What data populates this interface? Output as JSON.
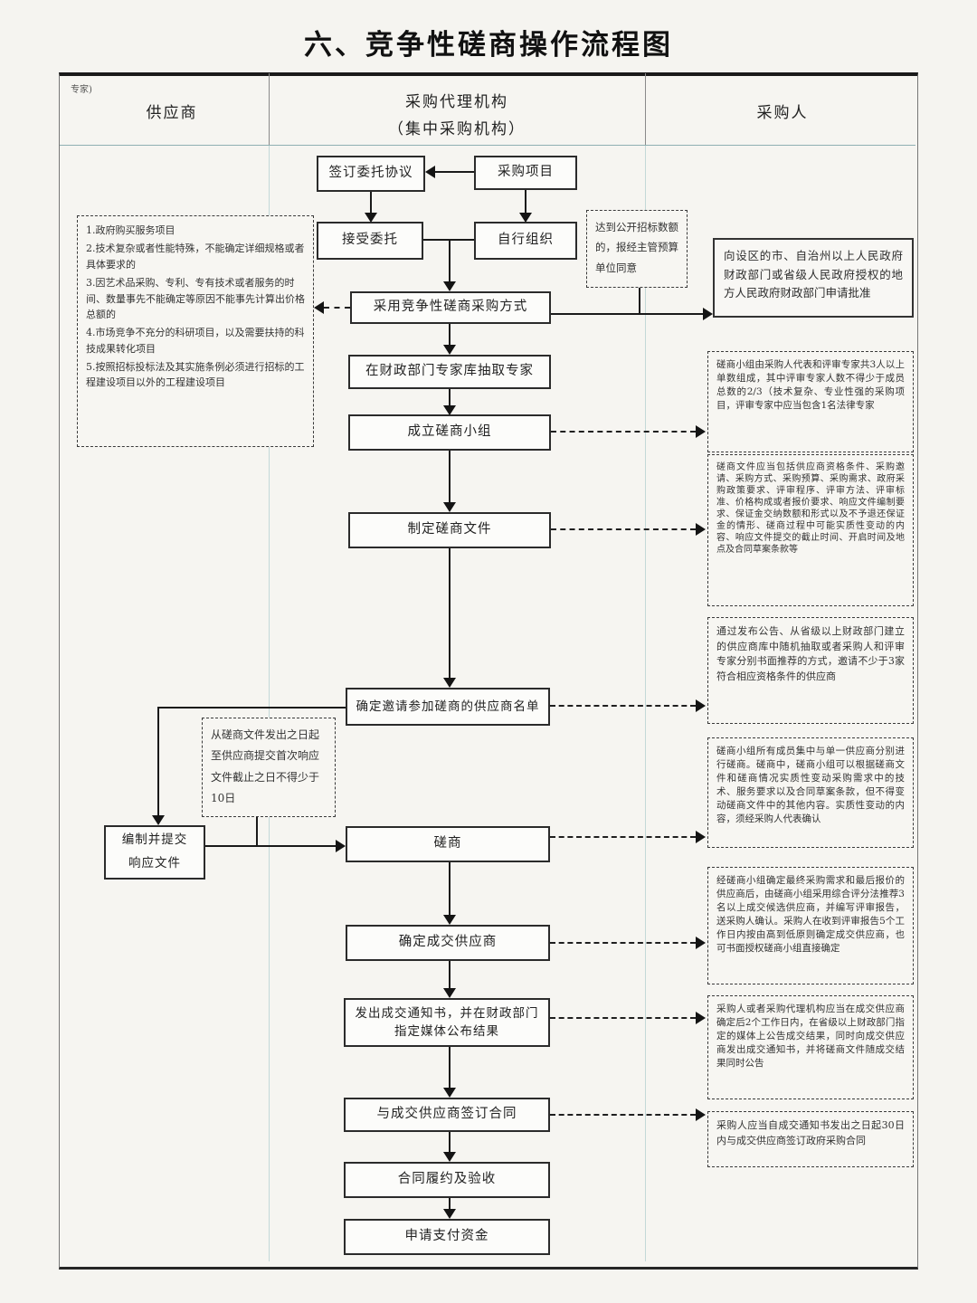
{
  "title": "六、竞争性磋商操作流程图",
  "corner_note": "专家)",
  "columns": {
    "supplier": "供应商",
    "agency_line1": "采购代理机构",
    "agency_line2": "（集中采购机构）",
    "purchaser": "采购人"
  },
  "nodes": {
    "sign_agreement": "签订委托协议",
    "procurement_project": "采购项目",
    "accept_entrustment": "接受委托",
    "self_organize": "自行组织",
    "adopt_method": "采用竞争性磋商采购方式",
    "extract_experts": "在财政部门专家库抽取专家",
    "form_group": "成立磋商小组",
    "make_documents": "制定磋商文件",
    "determine_supplier_list": "确定邀请参加磋商的供应商名单",
    "prepare_response_line1": "编制并提交",
    "prepare_response_line2": "响应文件",
    "consultation": "磋商",
    "determine_winner": "确定成交供应商",
    "issue_notice": "发出成交通知书，并在财政部门指定媒体公布结果",
    "sign_contract": "与成交供应商签订合同",
    "contract_acceptance": "合同履约及验收",
    "apply_payment": "申请支付资金"
  },
  "annotations": {
    "conditions": [
      "1.政府购买服务项目",
      "2.技术复杂或者性能特殊，不能确定详细规格或者具体要求的",
      "3.因艺术品采购、专利、专有技术或者服务的时间、数量事先不能确定等原因不能事先计算出价格总额的",
      "4.市场竞争不充分的科研项目，以及需要扶持的科技成果转化项目",
      "5.按照招标投标法及其实施条例必须进行招标的工程建设项目以外的工程建设项目"
    ],
    "public_bid_amount": "达到公开招标数额的，报经主管预算单位同意",
    "apply_approval": "向设区的市、自治州以上人民政府财政部门或省级人民政府授权的地方人民政府财政部门申请批准",
    "group_composition": "磋商小组由采购人代表和评审专家共3人以上单数组成，其中评审专家人数不得少于成员总数的2/3（技术复杂、专业性强的采购项目，评审专家中应当包含1名法律专家",
    "document_contents": "磋商文件应当包括供应商资格条件、采购邀请、采购方式、采购预算、采购需求、政府采购政策要求、评审程序、评审方法、评审标准、价格构成或者报价要求、响应文件编制要求、保证金交纳数额和形式以及不予退还保证金的情形、磋商过程中可能实质性变动的内容、响应文件提交的截止时间、开启时间及地点及合同草案条款等",
    "invite_method": "通过发布公告、从省级以上财政部门建立的供应商库中随机抽取或者采购人和评审专家分别书面推荐的方式，邀请不少于3家符合相应资格条件的供应商",
    "ten_days": "从磋商文件发出之日起至供应商提交首次响应文件截止之日不得少于10日",
    "consultation_rule": "磋商小组所有成员集中与单一供应商分别进行磋商。磋商中，磋商小组可以根据磋商文件和磋商情况实质性变动采购需求中的技术、服务要求以及合同草案条款，但不得变动磋商文件中的其他内容。实质性变动的内容，须经采购人代表确认",
    "winner_rule": "经磋商小组确定最终采购需求和最后报价的供应商后，由磋商小组采用综合评分法推荐3名以上成交候选供应商，并编写评审报告，送采购人确认。采购人在收到评审报告5个工作日内按由高到低原则确定成交供应商，也可书面授权磋商小组直接确定",
    "notice_rule": "采购人或者采购代理机构应当在成交供应商确定后2个工作日内，在省级以上财政部门指定的媒体上公告成交结果，同时向成交供应商发出成交通知书，并将磋商文件随成交结果同时公告",
    "contract_rule": "采购人应当自成交通知书发出之日起30日内与成交供应商签订政府采购合同"
  }
}
